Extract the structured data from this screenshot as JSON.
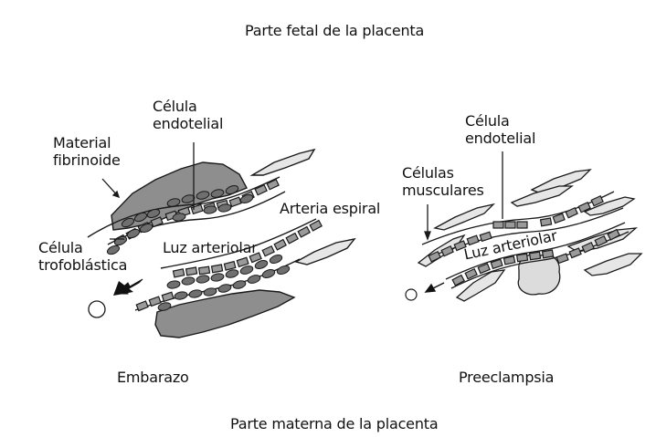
{
  "fetal_side": "Parte fetal de la placenta",
  "maternal_side": "Parte materna de la placenta",
  "pregnancy": {
    "caption": "Embarazo",
    "material_fibrinoide": [
      "Material",
      "fibrinoide"
    ],
    "celula_endotelial": [
      "Célula",
      "endotelial"
    ],
    "arteria_espiral": "Arteria espiral",
    "celula_trofoblastica": [
      "Célula",
      "trofoblástica"
    ],
    "luz_arteriolar": "Luz arteriolar"
  },
  "preeclampsia": {
    "caption": "Preeclampsia",
    "celula_endotelial": [
      "Célula",
      "endotelial"
    ],
    "celulas_musculares": [
      "Células",
      "musculares"
    ],
    "luz_arteriolar": "Luz arteriolar"
  },
  "colors": {
    "tissue_fill": "#8e8e8e",
    "cell_fill": "#6f6f6f",
    "light_fill": "#dcdcdc",
    "stroke": "#1a1a1a"
  }
}
